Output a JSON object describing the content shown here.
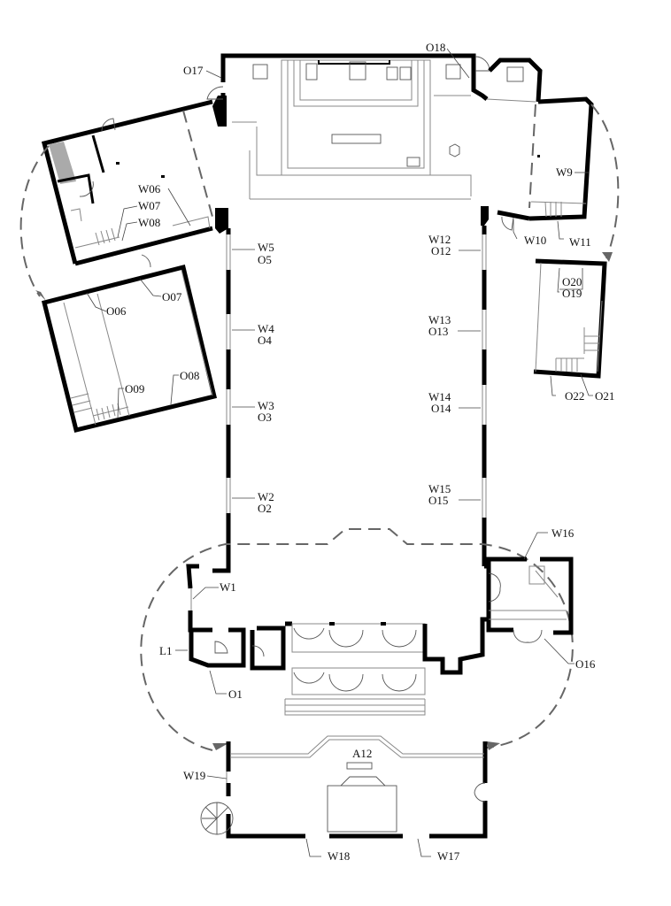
{
  "plan": {
    "labels": {
      "O17": "O17",
      "O18": "O18",
      "W06": "W06",
      "W07": "W07",
      "W08": "W08",
      "W9": "W9",
      "W10": "W10",
      "W11": "W11",
      "O06": "O06",
      "O07": "O07",
      "O08": "O08",
      "O09": "O09",
      "W5": "W5",
      "O5": "O5",
      "W4": "W4",
      "O4": "O4",
      "W3": "W3",
      "O3": "O3",
      "W2": "W2",
      "O2": "O2",
      "W12": "W12",
      "O12": "O12",
      "W13": "W13",
      "O13": "O13",
      "W14": "W14",
      "O14": "O14",
      "W15": "W15",
      "O15": "O15",
      "O20": "O20",
      "O19": "O19",
      "O22": "O22",
      "O21": "O21",
      "W16": "W16",
      "W1": "W1",
      "L1": "L1",
      "O1": "O1",
      "O16": "O16",
      "A12": "A12",
      "W19": "W19",
      "W18": "W18",
      "W17": "W17"
    },
    "colors": {
      "wall": "#000000",
      "fine_line": "#888888",
      "dashed_line": "#666666",
      "background": "#ffffff"
    }
  }
}
